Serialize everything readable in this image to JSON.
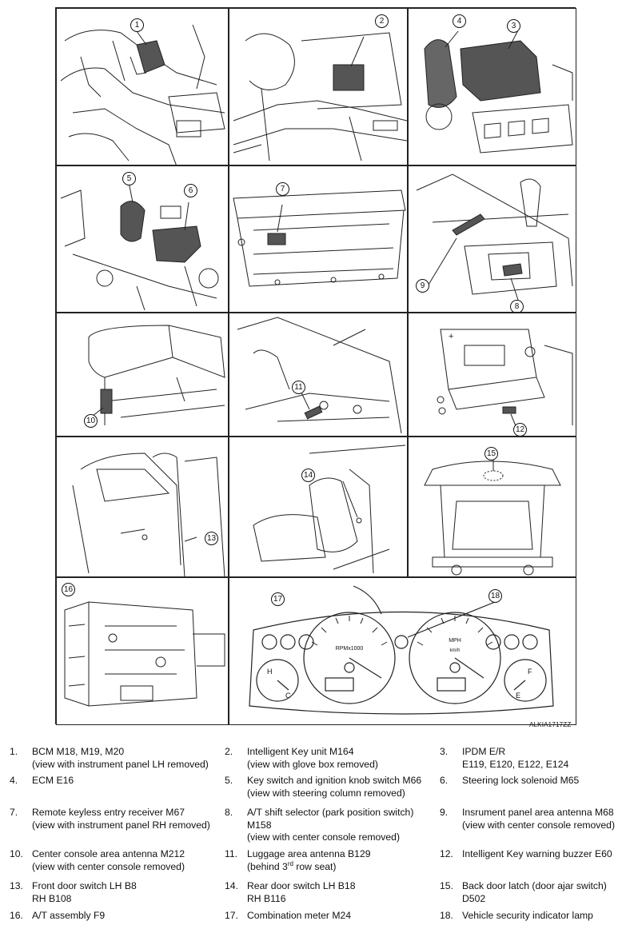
{
  "figure": {
    "image_code": "ALKIA1717ZZ",
    "callouts": [
      "1",
      "2",
      "3",
      "4",
      "5",
      "6",
      "7",
      "8",
      "9",
      "10",
      "11",
      "12",
      "13",
      "14",
      "15",
      "16",
      "17",
      "18"
    ]
  },
  "meter": {
    "tach_label": "RPMx1000",
    "speed_unit": "MPH",
    "speed_unit_metric": "km/h",
    "fuel_full": "F",
    "fuel_empty": "E",
    "temp_hot": "H",
    "temp_cold": "C"
  },
  "legend": [
    {
      "num": "1.",
      "lines": [
        "BCM M18, M19, M20",
        "(view with instrument panel LH removed)"
      ]
    },
    {
      "num": "2.",
      "lines": [
        "Intelligent Key unit M164",
        "(view with glove box removed)"
      ]
    },
    {
      "num": "3.",
      "lines": [
        "IPDM E/R",
        "E119, E120, E122, E124"
      ]
    },
    {
      "num": "4.",
      "lines": [
        "ECM E16"
      ]
    },
    {
      "num": "5.",
      "lines": [
        "Key switch and ignition knob switch M66",
        "(view with steering column removed)"
      ]
    },
    {
      "num": "6.",
      "lines": [
        "Steering lock solenoid M65"
      ]
    },
    {
      "num": "7.",
      "lines": [
        "Remote keyless entry receiver M67",
        "(view with instrument panel RH removed)"
      ]
    },
    {
      "num": "8.",
      "lines": [
        "A/T shift selector (park position switch)",
        "M158",
        "(view with center console removed)"
      ]
    },
    {
      "num": "9.",
      "lines": [
        "Insrument panel area antenna M68",
        "(view with center console removed)"
      ]
    },
    {
      "num": "10.",
      "lines": [
        "Center console area antenna M212",
        "(view with center console removed)"
      ]
    },
    {
      "num": "11.",
      "lines": [
        "Luggage area antenna B129",
        "(behind 3rd row seat)"
      ]
    },
    {
      "num": "12.",
      "lines": [
        "Intelligent Key warning buzzer E60"
      ]
    },
    {
      "num": "13.",
      "lines": [
        "Front door switch LH B8",
        "RH B108"
      ]
    },
    {
      "num": "14.",
      "lines": [
        "Rear door switch LH B18",
        "RH B116"
      ]
    },
    {
      "num": "15.",
      "lines": [
        "Back door latch (door ajar switch)",
        "D502"
      ]
    },
    {
      "num": "16.",
      "lines": [
        "A/T assembly F9"
      ]
    },
    {
      "num": "17.",
      "lines": [
        "Combination meter M24"
      ]
    },
    {
      "num": "18.",
      "lines": [
        "Vehicle security indicator lamp"
      ]
    }
  ]
}
